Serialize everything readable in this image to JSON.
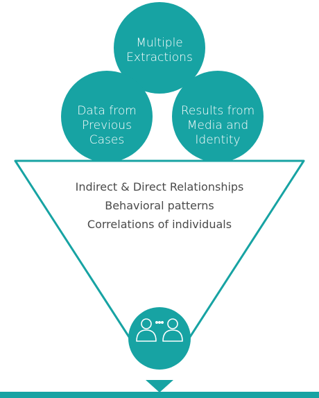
{
  "colors": {
    "teal": "#17a3a3",
    "funnel_outline": "#17a3a3",
    "text_dark": "#4a4a4a",
    "text_light": "#ffffff"
  },
  "circles": {
    "top": {
      "lines": [
        "Multiple",
        "Extractions"
      ]
    },
    "left": {
      "lines": [
        "Data from",
        "Previous",
        "Cases"
      ]
    },
    "right": {
      "lines": [
        "Results from",
        "Media and",
        "Identity"
      ]
    }
  },
  "funnel": {
    "lines": [
      "Indirect & Direct Relationships",
      "Behavioral patterns",
      "Correlations of individuals"
    ]
  },
  "icons": {
    "bottom_circle": "two-people-conversation-icon",
    "output_arrow": "down-arrow-icon"
  }
}
